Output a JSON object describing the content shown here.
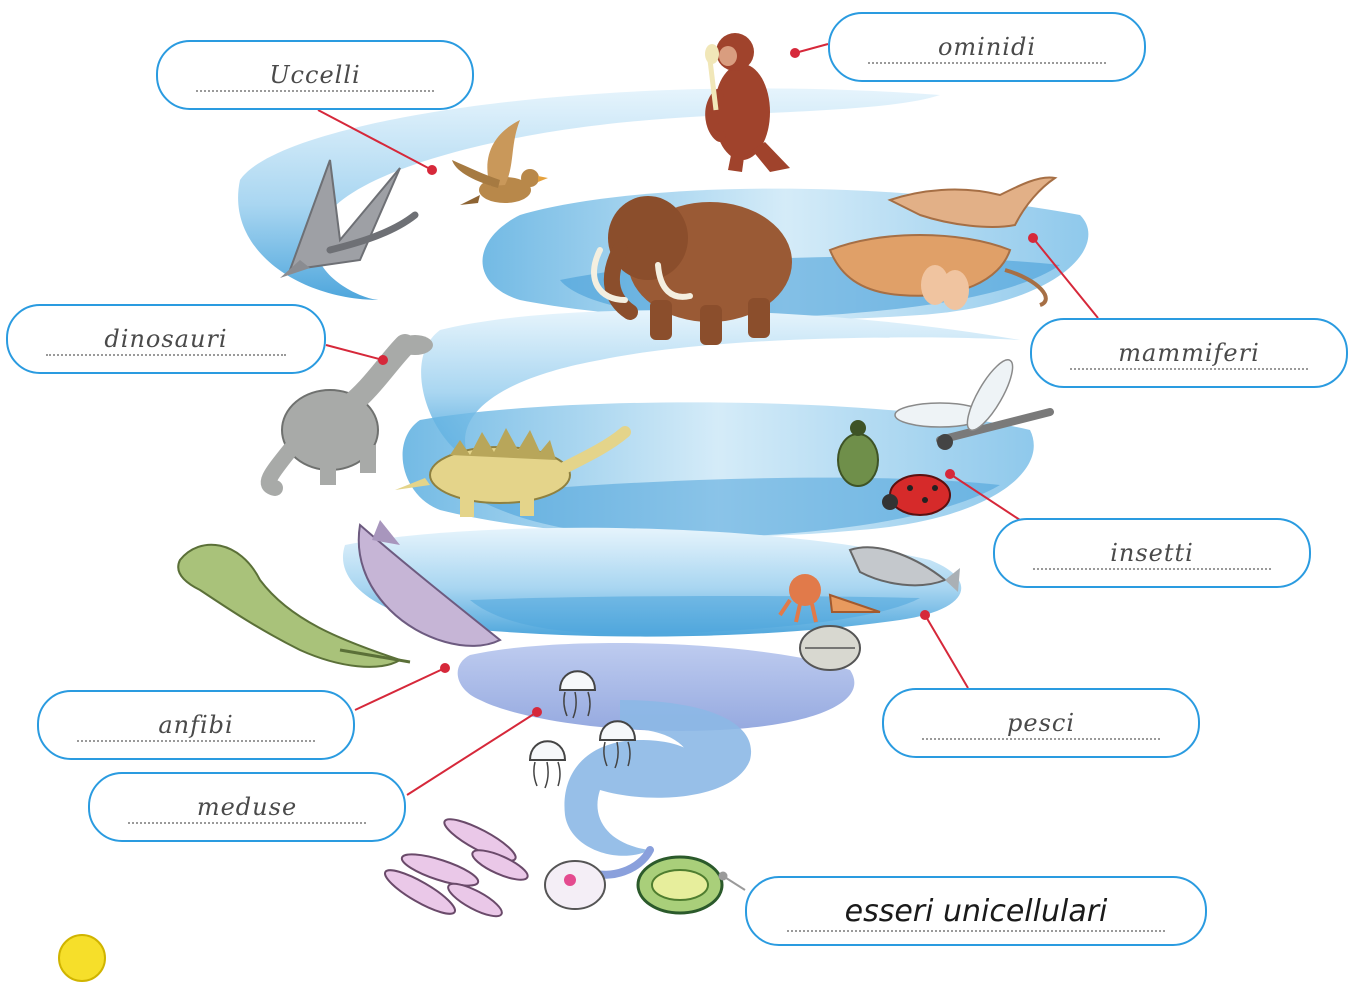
{
  "labels": {
    "ominidi": "ominidi",
    "uccelli": "Uccelli",
    "dinosauri": "dinosauri",
    "mammiferi": "mammiferi",
    "insetti": "insetti",
    "pesci": "pesci",
    "anfibi": "anfibi",
    "meduse": "meduse",
    "unicellulari": "esseri unicellulari"
  },
  "colors": {
    "box_border": "#2a9be0",
    "leader_line": "#d6283a",
    "spiral_light": "#d6ecf8",
    "spiral_dark": "#5aaee0"
  },
  "illustrations": [
    "hominid-icon",
    "bird-icon",
    "pterosaur-icon",
    "mammoth-icon",
    "small-mammals-icon",
    "sauropod-icon",
    "stegosaurus-icon",
    "dragonfly-icon",
    "beetle-icon",
    "ladybug-icon",
    "amphibian-icon",
    "shark-icon",
    "fish-icon",
    "squid-icon",
    "trilobite-icon",
    "jellyfish-icon",
    "bacteria-icon",
    "cell-icon"
  ]
}
